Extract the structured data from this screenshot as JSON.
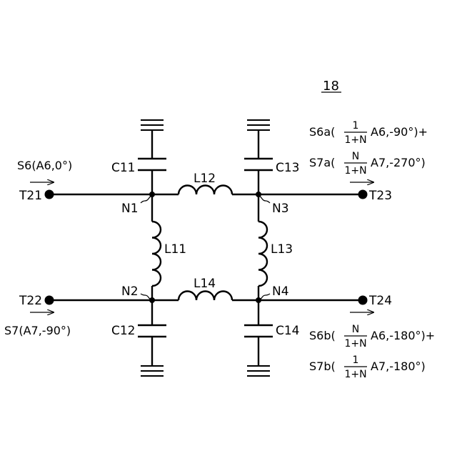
{
  "figure": {
    "ref_number": "18"
  },
  "terminals": {
    "t21": "T21",
    "t22": "T22",
    "t23": "T23",
    "t24": "T24"
  },
  "nodes": {
    "n1": "N1",
    "n2": "N2",
    "n3": "N3",
    "n4": "N4"
  },
  "components": {
    "c11": "C11",
    "c12": "C12",
    "c13": "C13",
    "c14": "C14",
    "l11": "L11",
    "l12": "L12",
    "l13": "L13",
    "l14": "L14"
  },
  "signals": {
    "s6": "S6(A6,0°)",
    "s7": "S7(A7,-90°)",
    "s6a": {
      "prefix": "S6a(",
      "num": "1",
      "den": "1+N",
      "suffix": "A6,-90°)+"
    },
    "s7a": {
      "prefix": "S7a(",
      "num": "N",
      "den": "1+N",
      "suffix": "A7,-270°)"
    },
    "s6b": {
      "prefix": "S6b(",
      "num": "N",
      "den": "1+N",
      "suffix": "A6,-180°)+"
    },
    "s7b": {
      "prefix": "S7b(",
      "num": "1",
      "den": "1+N",
      "suffix": "A7,-180°)"
    }
  }
}
